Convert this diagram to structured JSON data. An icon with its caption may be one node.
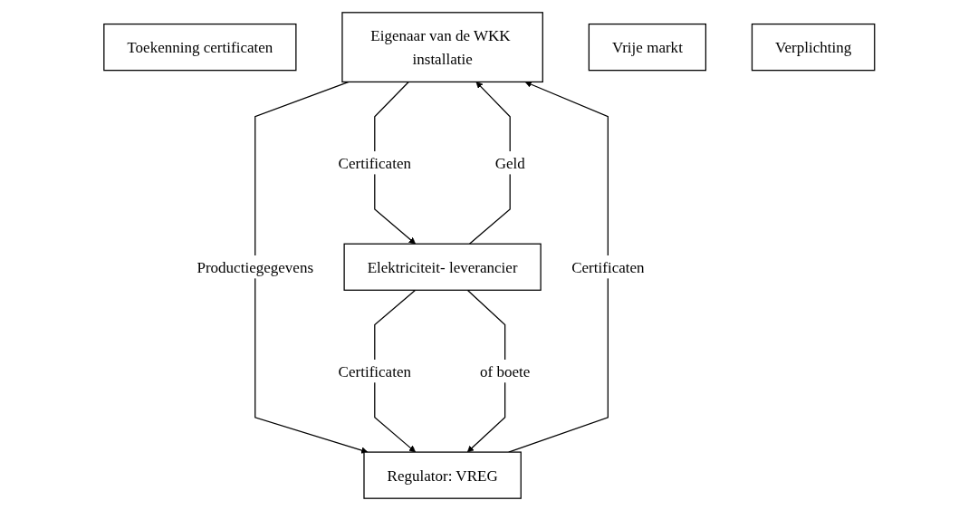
{
  "diagram": {
    "nodes": [
      {
        "text": [
          "Toekenning certificaten"
        ]
      },
      {
        "text": [
          "Eigenaar van de WKK installatie"
        ]
      },
      {
        "text": [
          "Vrije markt"
        ]
      },
      {
        "text": [
          "Regulator: VREG"
        ]
      },
      {
        "text": [
          "Elektriciteit- leverancier"
        ]
      },
      {
        "text": [
          "Verplichting"
        ]
      }
    ],
    "edges": [
      {
        "from": 1,
        "to": 3,
        "arrow": "to",
        "label": "Productiegegevens"
      },
      {
        "from": 3,
        "to": 1,
        "arrow": "to",
        "label": "Certificaten"
      },
      {
        "from": 1,
        "to": 4,
        "arrow": "to",
        "label": "Certificaten"
      },
      {
        "from": 4,
        "to": 1,
        "arrow": "to",
        "label": "Geld"
      },
      {
        "from": 4,
        "to": 3,
        "arrow": "to",
        "label": "Certificaten"
      },
      {
        "from": 4,
        "to": 3,
        "arrow": "to",
        "label": "of boete"
      }
    ]
  }
}
